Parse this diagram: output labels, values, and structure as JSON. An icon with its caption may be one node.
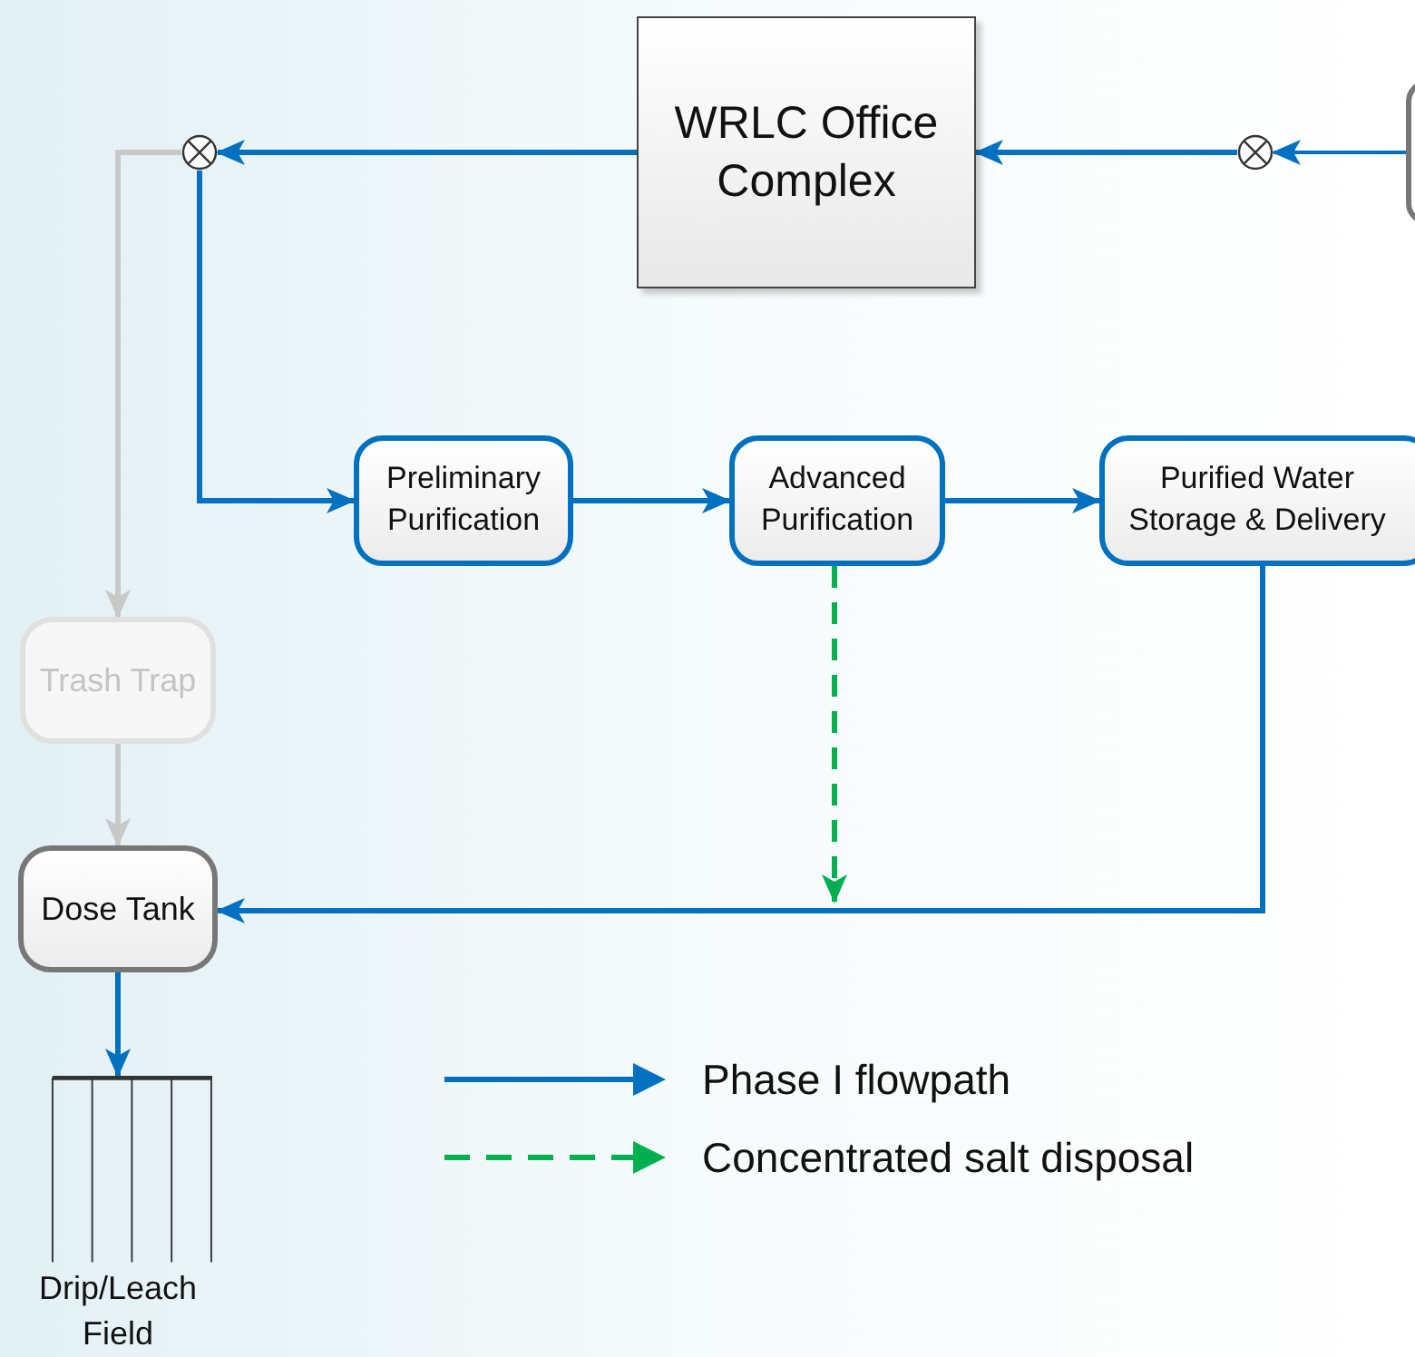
{
  "diagram": {
    "nodes": [
      {
        "text": [
          "WRLC Office Complex"
        ]
      },
      {
        "text": [],
        "shape": "circle"
      },
      {
        "text": [],
        "shape": "circle"
      },
      {
        "text": [],
        "shape": "box"
      },
      {
        "text": [
          "Preliminary Purification"
        ]
      },
      {
        "text": [
          "Advanced Purification"
        ]
      },
      {
        "text": [
          "Purified Water Storage & Delivery"
        ]
      },
      {
        "text": [
          "Trash Trap"
        ]
      },
      {
        "text": [
          "Dose Tank"
        ]
      },
      {
        "text": [
          "Drip/Leach Field"
        ]
      }
    ],
    "edges": [
      {
        "from": 3,
        "to": 2,
        "arrow": "to"
      },
      {
        "from": 2,
        "to": 0,
        "arrow": "to"
      },
      {
        "from": 0,
        "to": 1,
        "arrow": "to"
      },
      {
        "from": 1,
        "to": 4,
        "arrow": "to"
      },
      {
        "from": 1,
        "to": 7,
        "arrow": "to",
        "color": "#c8c8c8"
      },
      {
        "from": 4,
        "to": 5,
        "arrow": "to"
      },
      {
        "from": 5,
        "to": 6,
        "arrow": "to"
      },
      {
        "from": 5,
        "to": null,
        "arrow": "to",
        "style": "dashed",
        "color": "#00b050"
      },
      {
        "from": 6,
        "to": 8,
        "arrow": "to"
      },
      {
        "from": 7,
        "to": 8,
        "arrow": "to",
        "color": "#c8c8c8"
      },
      {
        "from": 8,
        "to": 9,
        "arrow": "to"
      }
    ],
    "legend": [
      {
        "text": "Phase I flowpath"
      },
      {
        "text": "Concentrated salt disposal"
      }
    ]
  }
}
